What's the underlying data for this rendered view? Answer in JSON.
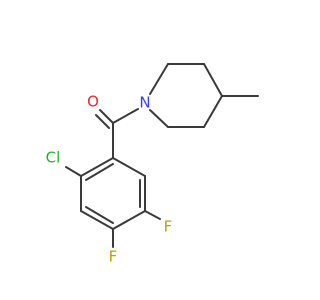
{
  "molecule": {
    "atoms": [
      {
        "id": "O",
        "label": "O",
        "color": "#e8292b"
      },
      {
        "id": "N",
        "label": "N",
        "color": "#3b3bff"
      },
      {
        "id": "Cl",
        "label": "Cl",
        "color": "#25b225"
      },
      {
        "id": "F1",
        "label": "F",
        "color": "#b8a200"
      },
      {
        "id": "F2",
        "label": "F",
        "color": "#b8a200"
      }
    ],
    "bond_color": "#3a3a3a"
  }
}
